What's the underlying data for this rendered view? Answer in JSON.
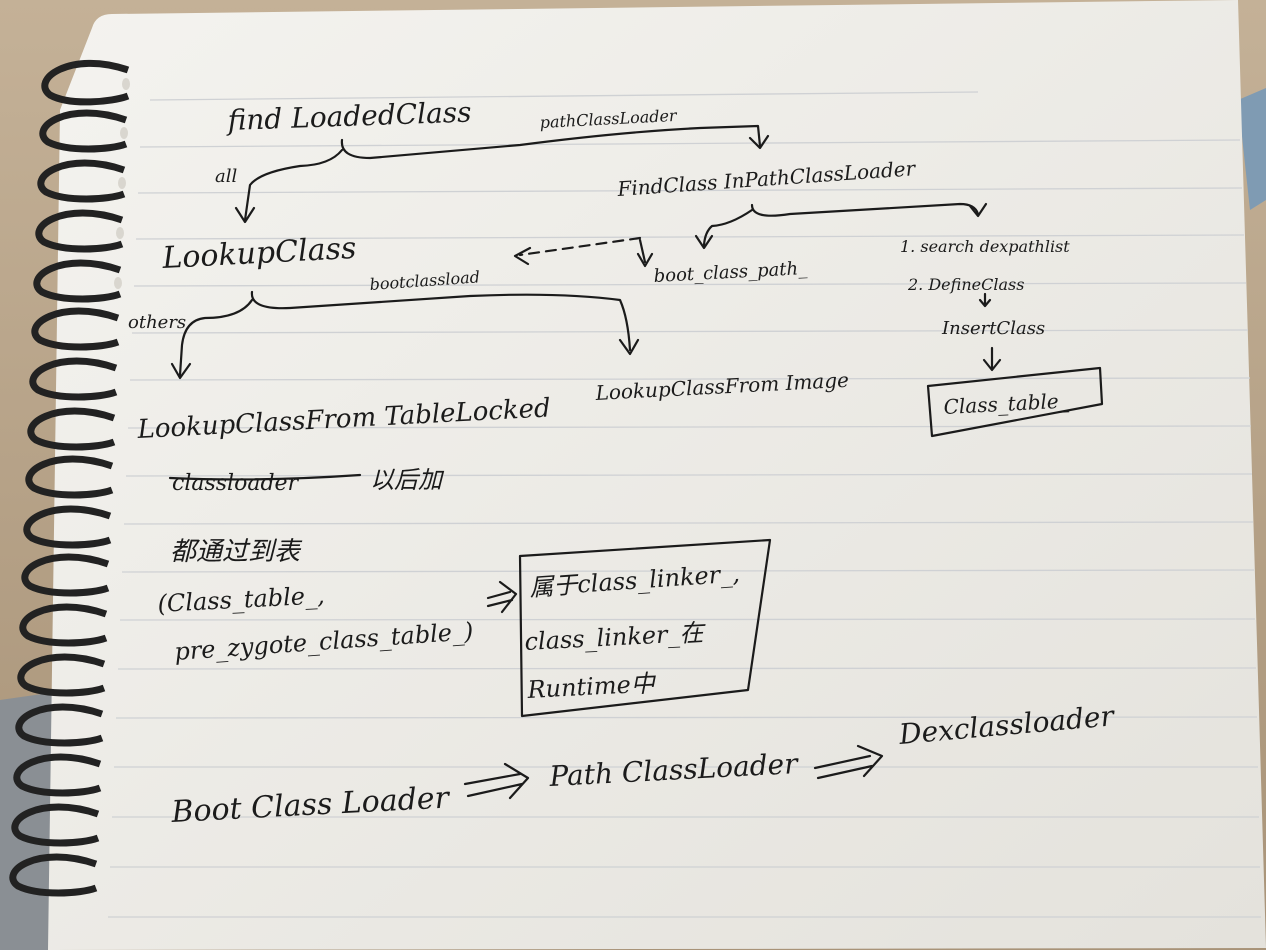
{
  "colors": {
    "desk": "#b9a58c",
    "paper": "#f1f0eb",
    "rule_line": "#cfd1d4",
    "ink": "#1b1b1b",
    "ring": "#222222"
  },
  "icons": [
    "spiral-binding-ring"
  ],
  "notes": {
    "find_loaded_class": "find LoadedClass",
    "label_path_class_loader": "pathClassLoader",
    "label_all": "all",
    "find_class_in_path_class_loader": "FindClass InPathClassLoader",
    "lookup_class": "LookupClass",
    "label_boot_class_load": "bootclassload",
    "boot_class_path": "boot_class_path_",
    "step_1": "1. search dexpathlist",
    "step_2": "2. DefineClass",
    "insert_class": "InsertClass",
    "class_table_box": "Class_table_",
    "label_others": "others",
    "lookup_class_from_table_locked": "LookupClassFrom TableLocked",
    "lookup_class_from_image": "LookupClassFrom Image",
    "struck_classloader": "classloader",
    "note_line_1_suffix": "以后加",
    "note_line_2": "都通过到表",
    "note_line_3": "(Class_table_,",
    "note_line_4": "pre_zygote_class_table_)",
    "box_line_1": "属于class_linker_,",
    "box_line_2": "class_linker_在",
    "box_line_3": "Runtime中",
    "chain_1": "Boot Class Loader",
    "chain_2": "Path ClassLoader",
    "chain_3": "Dexclassloader"
  }
}
